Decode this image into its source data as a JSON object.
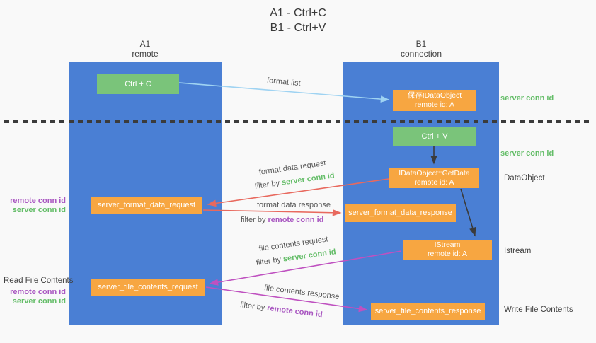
{
  "title": {
    "line1": "A1 - Ctrl+C",
    "line2": "B1 - Ctrl+V"
  },
  "columns": {
    "a1": {
      "name": "A1",
      "subtitle": "remote"
    },
    "b1": {
      "name": "B1",
      "subtitle": "connection"
    }
  },
  "nodes": {
    "ctrl_c": {
      "label": "Ctrl + C"
    },
    "save_idataobject": {
      "line1": "保存IDataObject",
      "line2": "remote id: A"
    },
    "ctrl_v": {
      "label": "Ctrl + V"
    },
    "getdata": {
      "line1": "IDataObject::GetData",
      "line2": "remote id: A"
    },
    "format_request": {
      "label": "server_format_data_request"
    },
    "format_response": {
      "label": "server_format_data_response"
    },
    "istream": {
      "line1": "IStream",
      "line2": "remote id: A"
    },
    "file_request": {
      "label": "server_file_contents_request"
    },
    "file_response": {
      "label": "server_file_contents_response"
    }
  },
  "side_labels": {
    "server_conn_id_top": "server conn id",
    "server_conn_id_mid": "server conn id",
    "dataobject": "DataObject",
    "istream": "Istream",
    "write_file_contents": "Write File Contents",
    "read_file_contents": "Read File Contents",
    "format_req_remote": "remote conn id",
    "format_req_server": "server conn id",
    "file_req_remote": "remote conn id",
    "file_req_server": "server conn id"
  },
  "arrows": {
    "format_list": {
      "label": "format list"
    },
    "format_request": {
      "label": "format data request",
      "filter_prefix": "filter by ",
      "filter_key": "server conn id"
    },
    "format_response": {
      "label": "format data response",
      "filter_prefix": "filter by ",
      "filter_key": "remote conn id"
    },
    "file_request": {
      "label": "file contents request",
      "filter_prefix": "filter by ",
      "filter_key": "server conn id"
    },
    "file_response": {
      "label": "file contents response",
      "filter_prefix": "filter by ",
      "filter_key": "remote conn id"
    }
  },
  "colors": {
    "column_blue": "#4a7fd4",
    "node_green": "#7ac47a",
    "node_orange": "#f7a641",
    "text_green": "#64bd68",
    "text_purple": "#a957c1",
    "arrow_red": "#e8695e",
    "arrow_magenta": "#bf51c0",
    "arrow_lightblue": "#9fd3f2",
    "arrow_black": "#3b3b3b"
  }
}
